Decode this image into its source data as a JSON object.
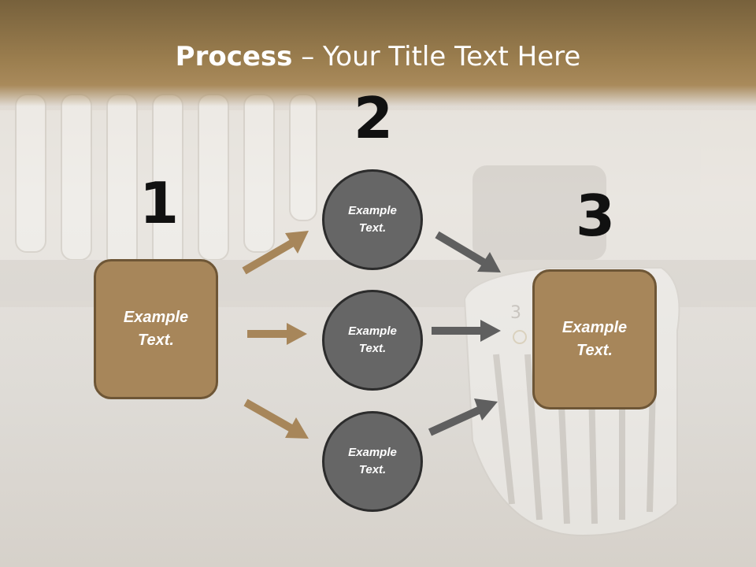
{
  "title": {
    "bold": "Process",
    "separator": " – ",
    "rest": "Your Title Text Here"
  },
  "steps": {
    "one": "1",
    "two": "2",
    "three": "3"
  },
  "left_box": {
    "line1": "Example",
    "line2": "Text."
  },
  "right_box": {
    "line1": "Example",
    "line2": "Text."
  },
  "circles": [
    {
      "line1": "Example",
      "line2": "Text."
    },
    {
      "line1": "Example",
      "line2": "Text."
    },
    {
      "line1": "Example",
      "line2": "Text."
    }
  ],
  "dial_label": "3",
  "colors": {
    "box_fill": "#a7865a",
    "box_border": "#6e5636",
    "circle_fill": "#666666",
    "circle_border": "#2c2c2c",
    "arrow_left": "#a7865a",
    "arrow_right": "#5f5f5f",
    "header": "#9a7d4e"
  }
}
